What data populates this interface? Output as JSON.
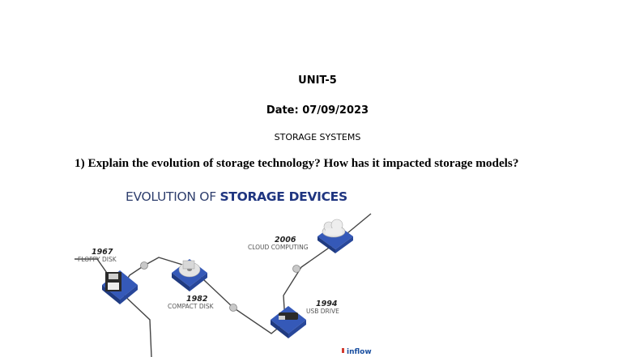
{
  "header": {
    "unit": "UNIT-5",
    "date": "Date: 07/09/2023",
    "section": "STORAGE SYSTEMS"
  },
  "question": "1) Explain the evolution of storage technology? How has it impacted storage models?",
  "diagram": {
    "title_part1": "EVOLUTION OF ",
    "title_part2": "STORAGE DEVICES",
    "milestones": [
      {
        "year": "1967",
        "name": "FLOPPY DISK",
        "icon": "floppy-disk-icon"
      },
      {
        "year": "1982",
        "name": "COMPACT DISK",
        "icon": "compact-disk-icon"
      },
      {
        "year": "1994",
        "name": "USB DRIVE",
        "icon": "usb-drive-icon"
      },
      {
        "year": "2006",
        "name": "CLOUD COMPUTING",
        "icon": "cloud-icon"
      }
    ],
    "logo_text": "inflow",
    "colors": {
      "line": "#444444",
      "node": "#c8c8c8",
      "tile": "#2b4aa8",
      "title_bold": "#1f3580"
    }
  }
}
